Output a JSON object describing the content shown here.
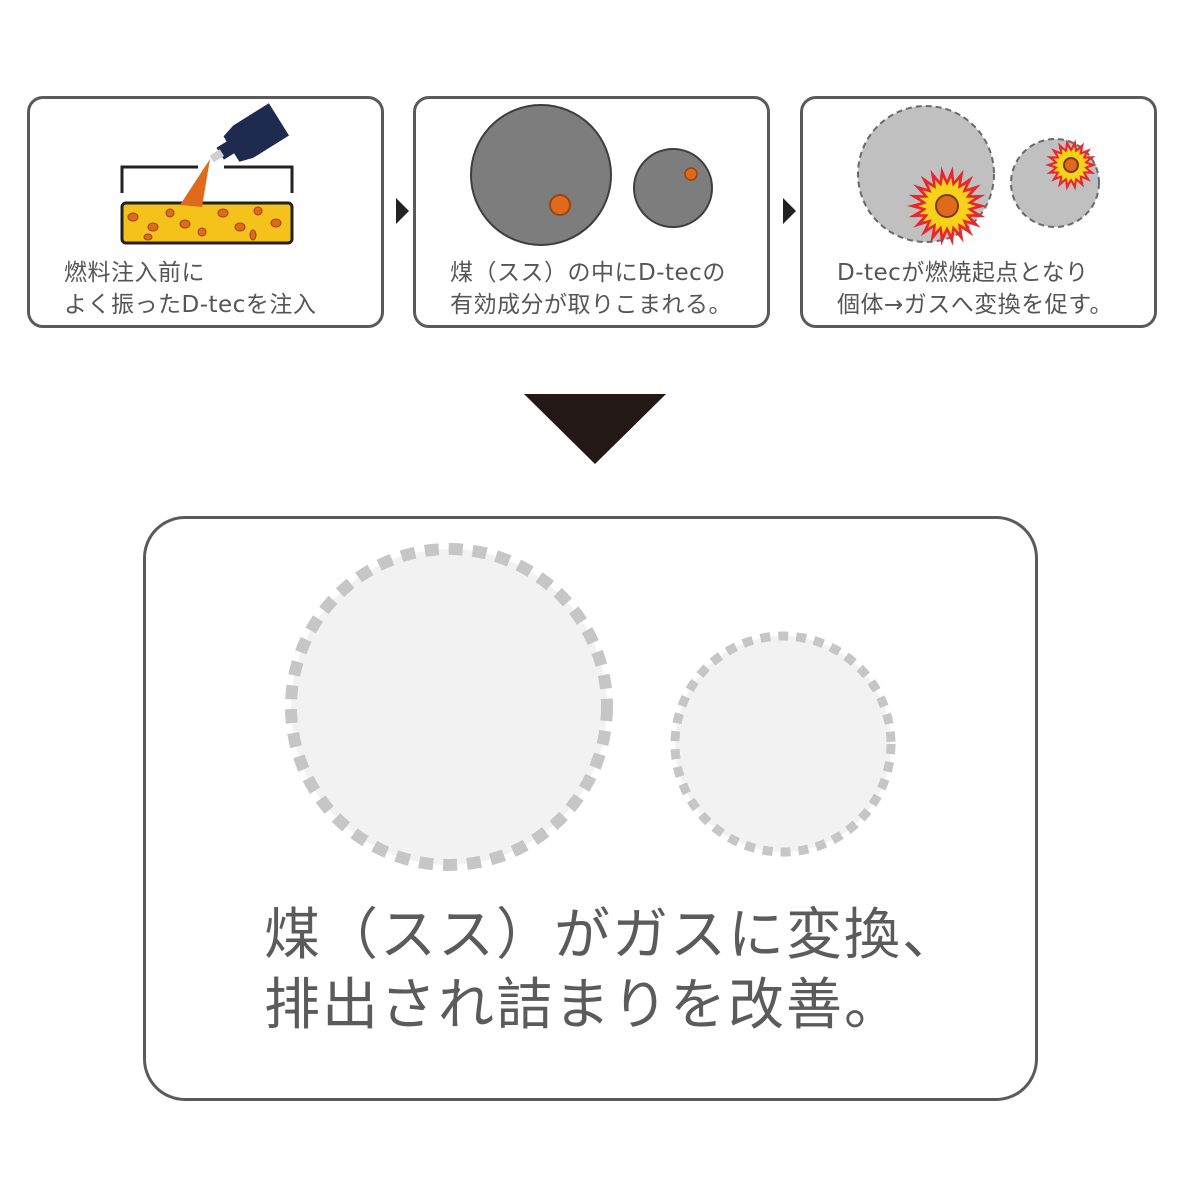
{
  "steps": [
    {
      "line1": "燃料注入前に",
      "line2": "よく振ったD-tecを注入"
    },
    {
      "line1": "煤（スス）の中にD-tecの",
      "line2": "有効成分が取りこまれる。"
    },
    {
      "line1": "D-tecが燃焼起点となり",
      "line2": "個体→ガスへ変換を促す。"
    }
  ],
  "result": {
    "line1": "煤（スス）がガスに変換、",
    "line2": "排出され詰まりを改善。"
  },
  "colors": {
    "border": "#5a5a5a",
    "text": "#555555",
    "soot": "#7d7d7d",
    "soot_light": "#c0c0c0",
    "fuel": "#f5c21b",
    "particle": "#e06a1b",
    "bottle": "#1e2a4e",
    "flame_red": "#e8262b",
    "flame_yellow": "#f7d21a",
    "gas_fill": "#f2f2f2",
    "gas_dash": "#c6c6c6"
  }
}
